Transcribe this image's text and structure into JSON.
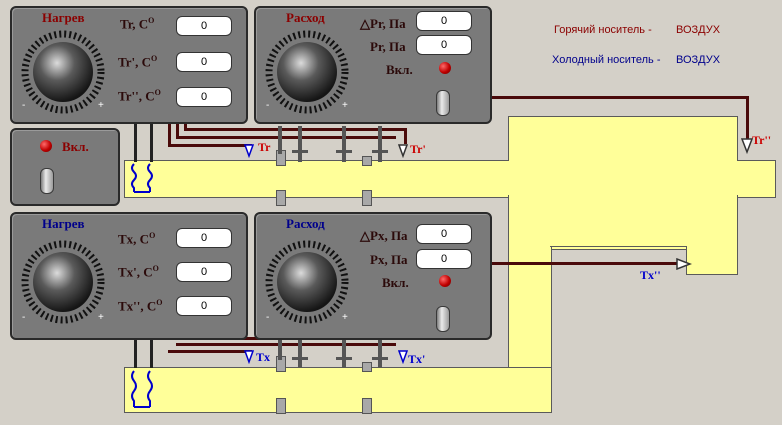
{
  "hot": {
    "heat": {
      "title": "Нагрев",
      "t": "Tr, C",
      "t1": "Tr', C",
      "t2": "Tr'', C",
      "deg": "O",
      "v1": "0",
      "v2": "0",
      "v3": "0"
    },
    "flow": {
      "title": "Расход",
      "dp": "△Pr, Па",
      "p": "Pr, Па",
      "on": "Вкл.",
      "v1": "0",
      "v2": "0"
    },
    "switch_label": "Вкл.",
    "sensors": {
      "s1": "Tr",
      "s2": "Tr'",
      "s3": "Tr''"
    }
  },
  "cold": {
    "heat": {
      "title": "Нагрев",
      "t": "Tx, C",
      "t1": "Tx', C",
      "t2": "Tx'', C",
      "deg": "O",
      "v1": "0",
      "v2": "0",
      "v3": "0"
    },
    "flow": {
      "title": "Расход",
      "dp": "△Px, Па",
      "p": "Px, Па",
      "on": "Вкл.",
      "v1": "0",
      "v2": "0"
    },
    "sensors": {
      "s1": "Tx",
      "s2": "Tx'",
      "s3": "Tx''"
    }
  },
  "legend": {
    "hot_label": "Горячий носитель -",
    "hot_value": "ВОЗДУХ",
    "cold_label": "Холодный носитель -",
    "cold_value": "ВОЗДУХ"
  },
  "colors": {
    "hot": "#8b0000",
    "cold": "#00008b",
    "duct": "#ffff99",
    "sensor_hot": "#cc0000",
    "sensor_cold": "#0000cc"
  }
}
